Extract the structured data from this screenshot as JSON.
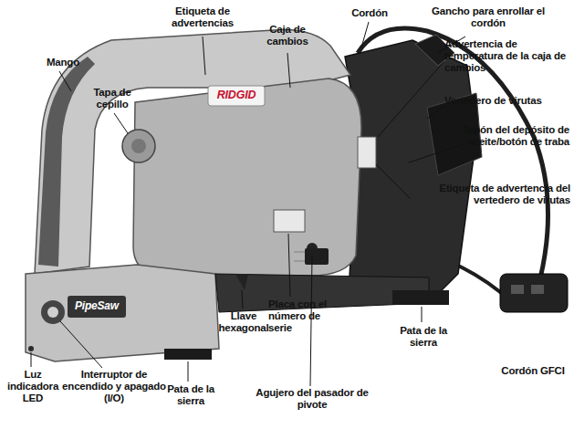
{
  "diagram": {
    "labels": [
      "Etiqueta de advertencias",
      "Cordón",
      "Gancho para enrollar el cordón",
      "Caja de cambios",
      "Advertencia de temperatura de la caja de cambios",
      "Mango",
      "Vertedero de virutas",
      "Tapa de cepillo",
      "Tapón del depósito de aceite/botón de traba",
      "RIDGID",
      "Etiqueta de advertencia del vertedero de virutas",
      "PipeSaw",
      "Placa con el número de serie",
      "Llave hexagonal",
      "Pata de la sierra",
      "Cordón GFCI",
      "Luz indicadora LED",
      "Interruptor de encendido y apagado (I/O)",
      "Pata de la sierra",
      "Agujero del pasador de pivote"
    ]
  }
}
